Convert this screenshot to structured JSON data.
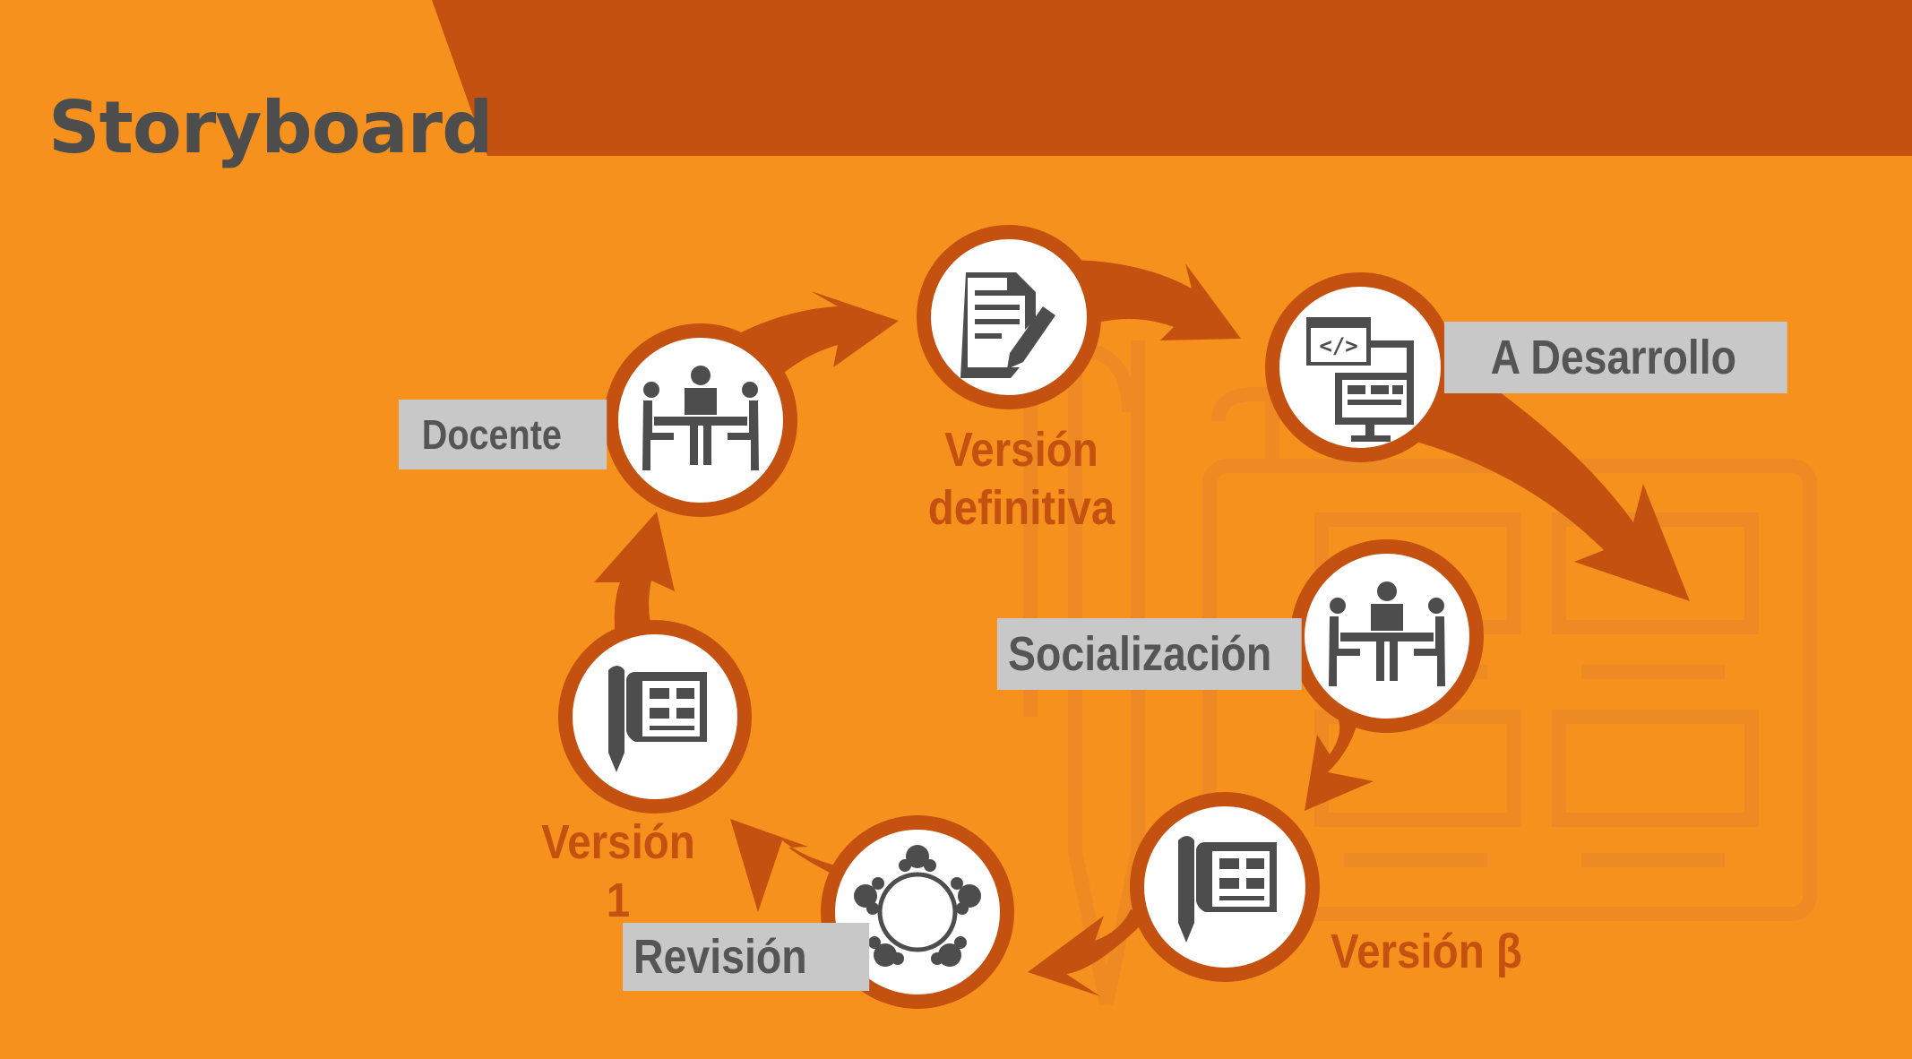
{
  "header": {
    "title": "Storyboard",
    "colors": {
      "background": "#F7911E",
      "banner": "#C4510F",
      "title_text": "#4D4D4D"
    }
  },
  "cycle": {
    "nodes": [
      {
        "id": "docente",
        "icon": "meeting-table-icon",
        "label": "Docente",
        "label_style": "gray-box"
      },
      {
        "id": "version-definitiva",
        "icon": "document-edit-icon",
        "label": "Versión definitiva",
        "label_lines": [
          "Versión",
          "definitiva"
        ],
        "label_style": "orange-text"
      },
      {
        "id": "a-desarrollo",
        "icon": "code-computer-icon",
        "label": "A Desarrollo",
        "label_style": "gray-box"
      },
      {
        "id": "socializacion",
        "icon": "meeting-table-icon",
        "label": "Socialización",
        "label_style": "gray-box"
      },
      {
        "id": "version-beta",
        "icon": "pencil-blueprint-icon",
        "label": "Versión β",
        "label_style": "orange-text"
      },
      {
        "id": "revision",
        "icon": "team-circle-icon",
        "label": "Revisión",
        "label_style": "gray-box"
      },
      {
        "id": "version-1",
        "icon": "pencil-blueprint-icon",
        "label": "Versión 1",
        "label_style": "orange-text"
      }
    ],
    "colors": {
      "ring": "#C4510F",
      "arrow": "#C4510F",
      "icon": "#4D4D4D",
      "label_box": "#C8C8C8",
      "label_box_text": "#555555",
      "label_orange_text": "#C4510F"
    }
  }
}
